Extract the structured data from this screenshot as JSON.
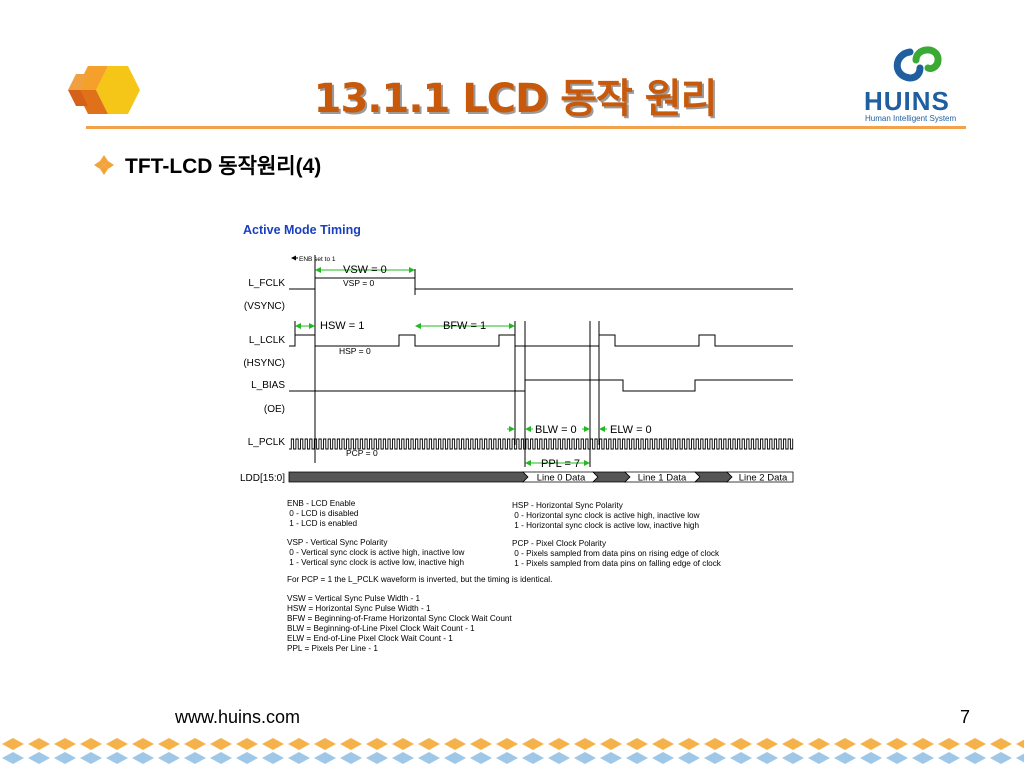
{
  "slide": {
    "title": "13.1.1  LCD 동작 원리",
    "bullet": "TFT-LCD 동작원리(4)",
    "footer_url": "www.huins.com",
    "page_number": "7"
  },
  "brand": {
    "name": "HUINS",
    "tagline": "Human Intelligent System"
  },
  "colors": {
    "title": "#c8590a",
    "rule": "#f1a24a",
    "brand_blue": "#1f5f9f",
    "brand_green": "#3aaa35",
    "diagram_title": "#1a3fbf",
    "arrow_green": "#22b822",
    "data_bus": "#555555"
  },
  "diagram": {
    "title": "Active Mode Timing",
    "enb_note": "ENB set to 1",
    "signals": [
      "L_FCLK",
      "(VSYNC)",
      "L_LCLK",
      "(HSYNC)",
      "L_BIAS",
      "(OE)",
      "L_PCLK",
      "LDD[15:0]"
    ],
    "labels": {
      "vsw": "VSW = 0",
      "vsp": "VSP = 0",
      "hsw": "HSW = 1",
      "bfw": "BFW = 1",
      "hsp": "HSP = 0",
      "blw": "BLW = 0",
      "elw": "ELW = 0",
      "pcp": "PCP = 0",
      "ppl": "PPL = 7"
    },
    "data_segments": [
      "Line 0 Data",
      "Line 1 Data",
      "Line 2 Data"
    ],
    "notes_left": [
      "ENB - LCD Enable",
      " 0 - LCD is disabled",
      " 1 - LCD is enabled",
      "",
      "VSP - Vertical Sync Polarity",
      " 0 - Vertical sync clock is active high, inactive low",
      " 1 - Vertical sync clock is active low, inactive high"
    ],
    "notes_right": [
      "HSP - Horizontal Sync Polarity",
      " 0 - Horizontal sync clock is active high, inactive low",
      " 1 - Horizontal sync clock is active low, inactive high",
      "",
      "PCP - Pixel Clock Polarity",
      " 0 - Pixels sampled from data pins on rising edge of clock",
      " 1 - Pixels sampled from data pins on falling edge of clock"
    ],
    "pcp_note": "For PCP = 1 the L_PCLK waveform is inverted, but the timing is identical.",
    "definitions": [
      "VSW = Vertical Sync Pulse Width - 1",
      "HSW = Horizontal Sync Pulse Width - 1",
      "BFW = Beginning-of-Frame Horizontal Sync Clock Wait Count",
      "BLW = Beginning-of-Line Pixel Clock Wait Count - 1",
      "ELW = End-of-Line Pixel Clock Wait Count - 1",
      "PPL = Pixels Per Line - 1"
    ]
  }
}
